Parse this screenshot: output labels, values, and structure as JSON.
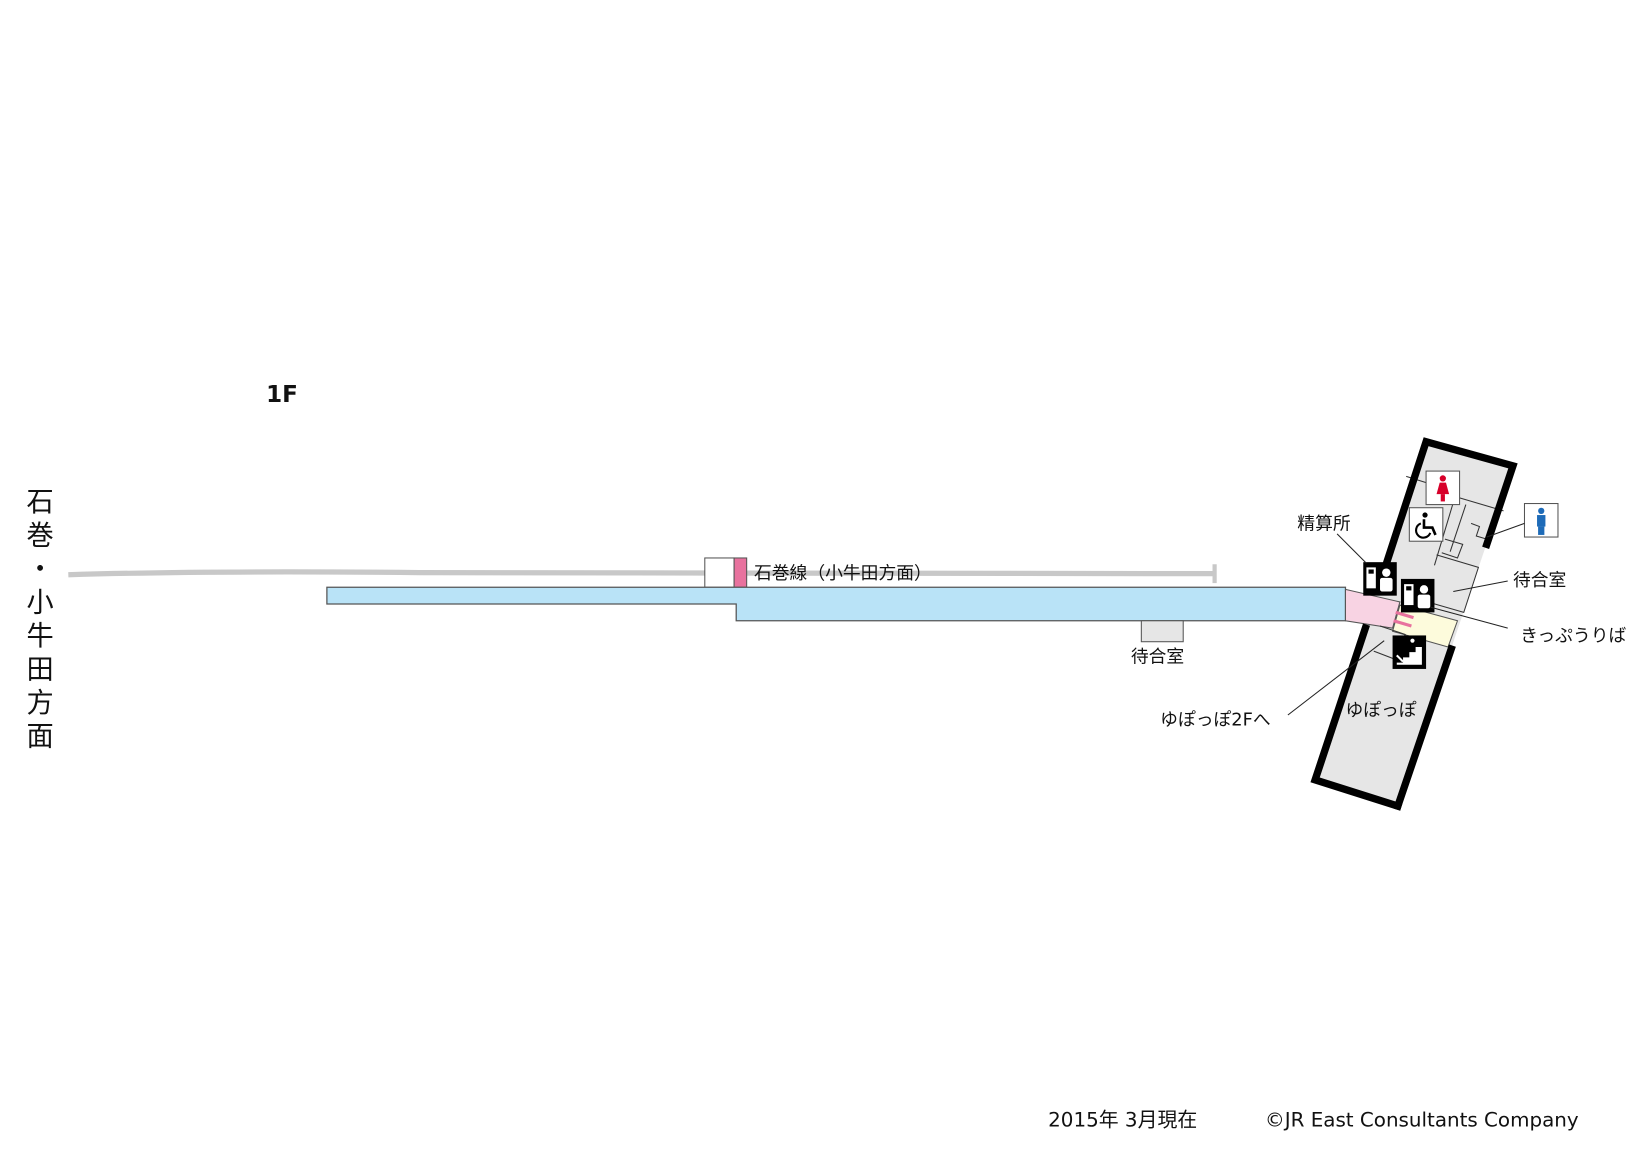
{
  "floor_label": "1F",
  "direction_label": "石巻・小牛田方面",
  "direction_chars": [
    "石",
    "巻",
    "・",
    "小",
    "牛",
    "田",
    "方",
    "面"
  ],
  "track_label": "石巻線（小牛田方面）",
  "labels": {
    "waiting_room_platform": "待合室",
    "fare_adjustment": "精算所",
    "waiting_room_station": "待合室",
    "ticket_counter": "きっぷうりば",
    "to_2f": "ゆぽっぽ2Fへ",
    "yupoppo": "ゆぽっぽ"
  },
  "icons": [
    "ticket-machine-icon",
    "ticket-machine-icon",
    "stairs-up-icon",
    "wheelchair-icon",
    "womens-restroom-icon",
    "mens-restroom-icon"
  ],
  "colors": {
    "platform": "#b9e3f7",
    "corridor": "#f8d3e3",
    "ticket_area": "#fdfbdc",
    "building": "#e6e6e6",
    "track": "#c8c8c8",
    "accent_pink": "#e8729e",
    "women": "#d7002a",
    "men": "#1e6bb8"
  },
  "footer": {
    "date": "2015年 3月現在",
    "copyright": "©JR East Consultants Company"
  }
}
